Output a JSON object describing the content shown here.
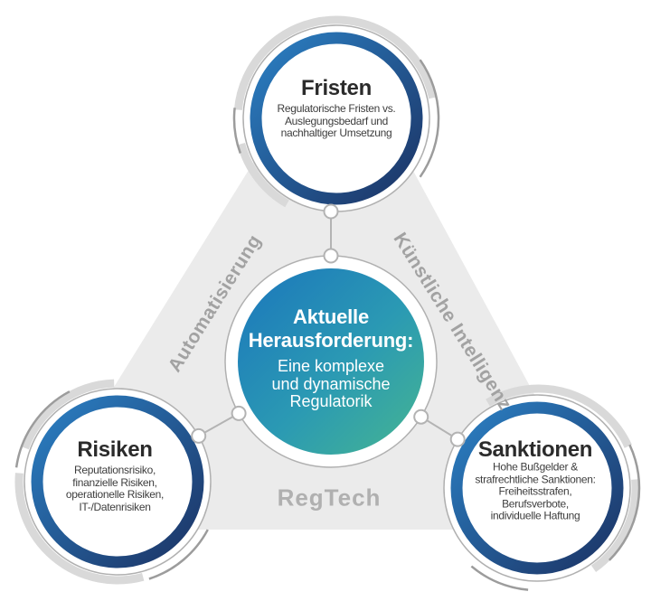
{
  "diagram": {
    "center": {
      "title_lines": [
        "Aktuelle",
        "Herausforderung:"
      ],
      "body_lines": [
        "Eine komplexe",
        "und dynamische",
        "Regulatorik"
      ]
    },
    "satellites": [
      {
        "title": "Fristen",
        "lines": [
          "Regulatorische Fristen vs.",
          "Auslegungsbedarf und",
          "nachhaltiger Umsetzung"
        ]
      },
      {
        "title": "Risiken",
        "lines": [
          "Reputationsrisiko,",
          "finanzielle Risiken,",
          "operationelle Risiken,",
          "IT-/Datenrisiken"
        ]
      },
      {
        "title": "Sanktionen",
        "lines": [
          "Hohe Bußgelder &",
          "strafrechtliche Sanktionen:",
          "Freiheitsstrafen,",
          "Berufsverbote,",
          "individuelle Haftung"
        ]
      }
    ],
    "edge_labels": {
      "left": "Automatisierung",
      "right": "Künstliche Intelligenz",
      "bottom": "RegTech"
    }
  },
  "colors": {
    "ring_gradient_start": "#2b80c4",
    "ring_gradient_end": "#1c3364",
    "center_gradient_start": "#1b76bc",
    "center_gradient_mid": "#2b9ab3",
    "center_gradient_end": "#46b591",
    "triangle_fill": "#ebebeb",
    "edge_label_color": "#a2a2a2",
    "title_color": "#2b2b2b",
    "body_color": "#3d3d3d",
    "center_text_color": "#ffffff",
    "connector_color": "#b3b3b3"
  }
}
